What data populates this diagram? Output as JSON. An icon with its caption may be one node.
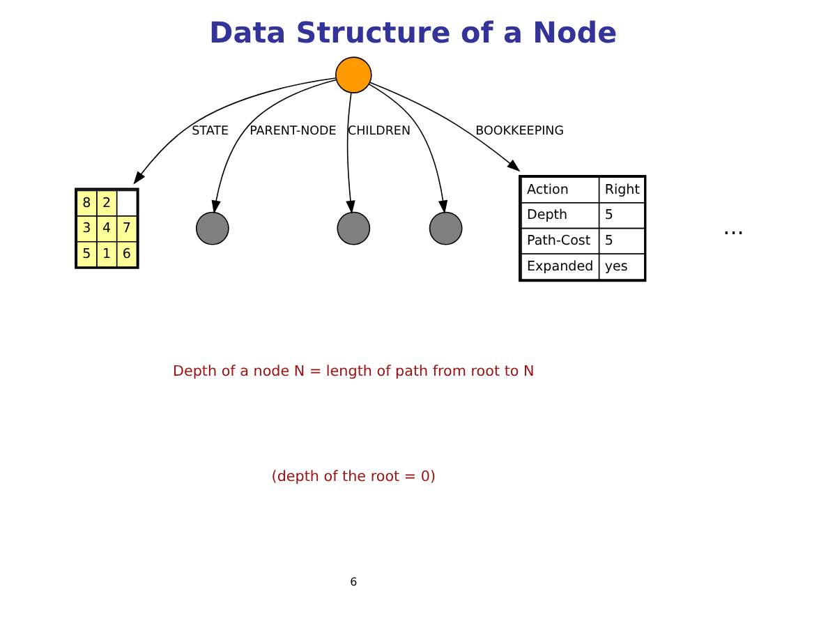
{
  "diagram": {
    "title": "Data Structure of a Node",
    "nodes": [
      {
        "text": [],
        "shape": "circle"
      },
      {
        "text": [
          "8",
          "2",
          "3",
          "4",
          "7",
          "5",
          "1",
          "6"
        ]
      },
      {
        "text": [],
        "shape": "circle"
      },
      {
        "text": [],
        "shape": "circle"
      },
      {
        "text": [],
        "shape": "circle"
      },
      {
        "text": [
          "Action",
          "Right",
          "Depth",
          "5",
          "Path-Cost",
          "5",
          "Expanded",
          "yes"
        ]
      }
    ],
    "edges": [
      {
        "from": 0,
        "to": 1,
        "arrow": "to",
        "label": "STATE"
      },
      {
        "from": 0,
        "to": 2,
        "arrow": "to",
        "label": "PARENT-NODE"
      },
      {
        "from": 0,
        "to": 5,
        "arrow": "to",
        "label": "BOOKKEEPING"
      },
      {
        "from": 0,
        "to": 3,
        "arrow": "to",
        "label": "CHILDREN"
      },
      {
        "from": 0,
        "to": 4,
        "arrow": "to"
      }
    ],
    "labels": [
      "...",
      "Depth of a node N = length of path from root to N",
      "(depth of the root = 0)",
      "6"
    ]
  }
}
